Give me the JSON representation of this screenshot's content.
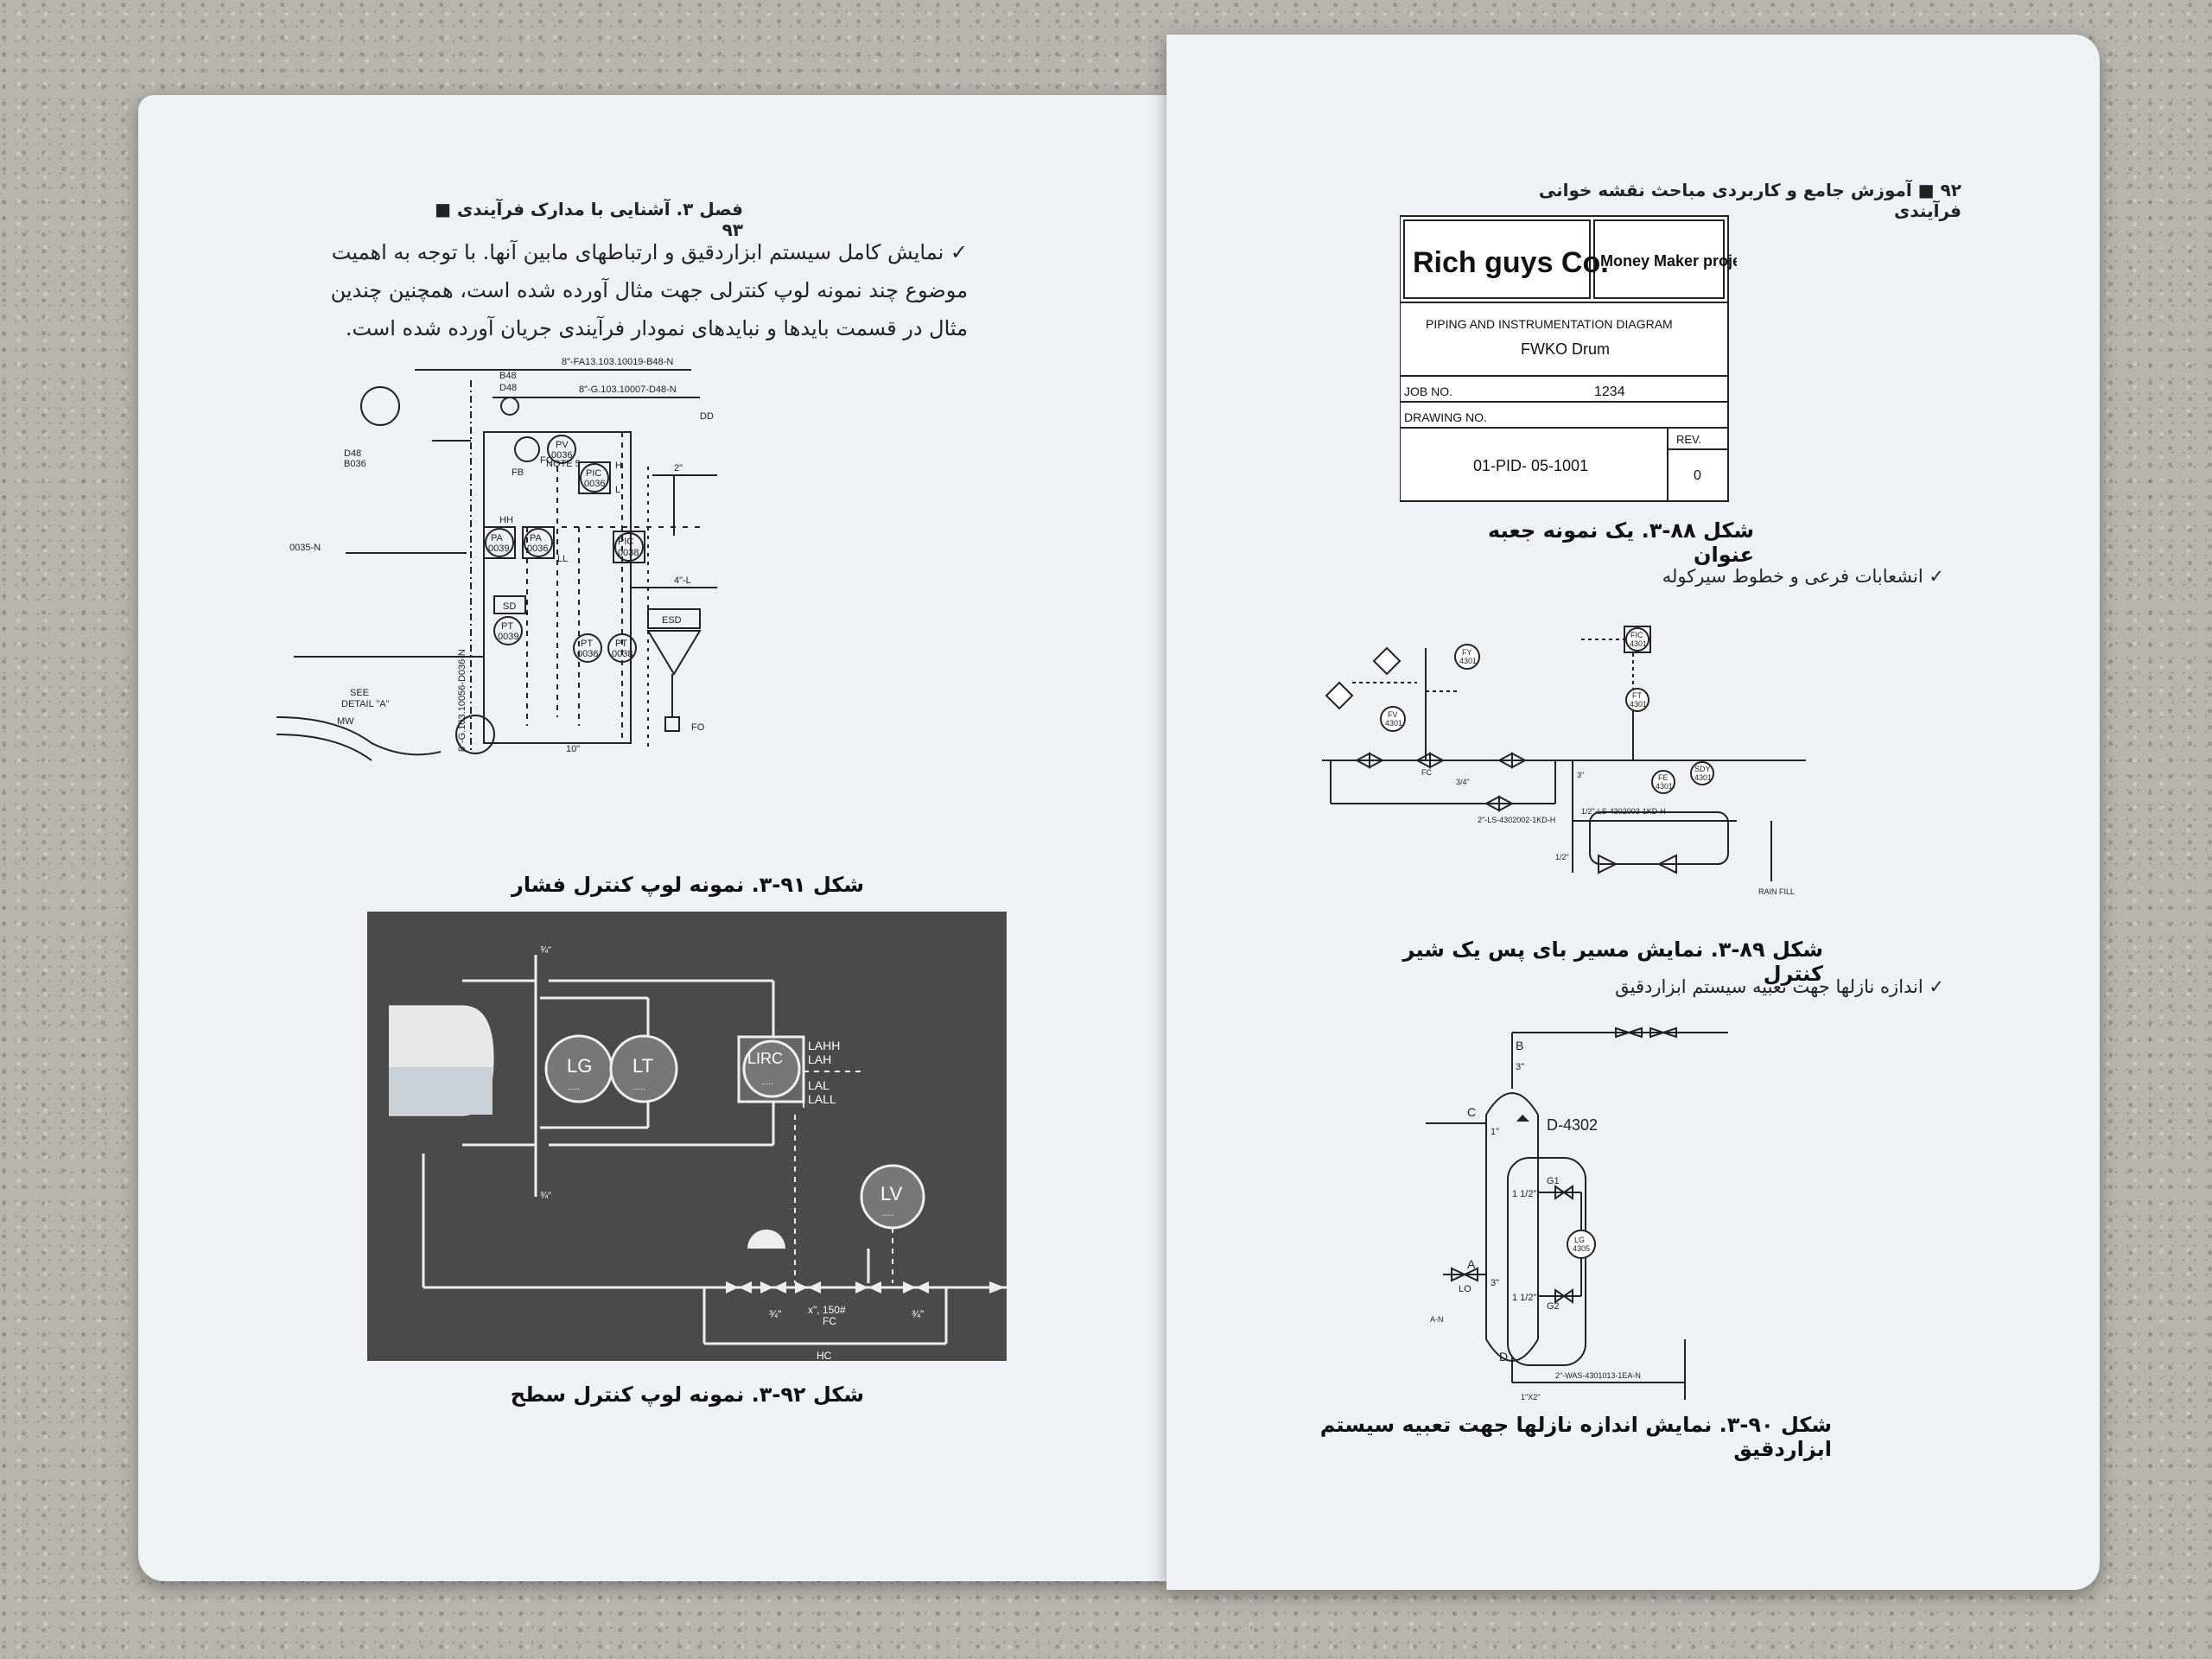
{
  "left_page": {
    "header": "فصل ۳. آشنایی با مدارک فرآیندی ■ ۹۳",
    "bullet_lines": [
      "✓ نمایش کامل سیستم ابزاردقیق و ارتباطهای مابین آنها. با توجه به اهمیت",
      "موضوع چند نمونه لوپ کنترلی جهت مثال آورده شده است، همچنین چندین",
      "مثال در قسمت بایدها و نبایدهای نمودار فرآیندی جریان آورده شده است."
    ],
    "fig91": {
      "caption": "شکل ۹۱-۳. نمونه لوپ کنترل فشار",
      "labels": {
        "line1": "8\"-FA13.103.10019-B48-N",
        "line2": "8\"-G.103.10007-D48-N",
        "b48": "B48",
        "d48": "D48",
        "dd": "DD",
        "pv": "PV",
        "pv_tag": "0036",
        "pic": "PIC",
        "pic_tag": "0036",
        "h": "H",
        "l": "L",
        "note": "NOTE 5",
        "fb": "FB",
        "fc": "FC",
        "two_in": "2\"",
        "pa1": "PA",
        "pa1_tag": "0039",
        "pa2": "PA",
        "pa2_tag": "0036",
        "hh": "HH",
        "ll": "LL",
        "pic2": "PIC",
        "pic2_tag": "0038",
        "sd": "SD",
        "pt1": "PT",
        "pt1_tag": "0039",
        "pt2": "PT",
        "pt2_tag": "0036",
        "pt3": "PT",
        "pt3_tag": "0038",
        "four_in": "4\"-L",
        "esd": "ESD",
        "fo": "FO",
        "ten_in": "10\"",
        "see": "SEE",
        "detail": "DETAIL \"A\"",
        "mw": "MW",
        "b48_d": "D48",
        "b036": "B036",
        "g_line": "8\"-G.103.10056-D036-N",
        "o035": "0035-N"
      }
    },
    "fig92": {
      "caption": "شکل ۹۲-۳. نمونه لوپ کنترل سطح",
      "labels": {
        "lg": "LG",
        "lt": "LT",
        "lirc": "LIRC",
        "lahh": "LAHH",
        "lah": "LAH",
        "lal": "LAL",
        "lall": "LALL",
        "lv": "LV",
        "dots": ".....",
        "size1": "¾\"",
        "size2": "¾\"",
        "x150": "x\", 150#",
        "fc": "FC",
        "tag_top": "¾\"",
        "tag_mid": "¾\"",
        "hc": "HC"
      }
    }
  },
  "right_page": {
    "header": "۹۲ ■ آموزش جامع و کاربردی مباحث نقشه خوانی فرآیندی",
    "title_block": {
      "company": "Rich guys Co.",
      "project": "Money Maker project",
      "diagram_type": "PIPING AND INSTRUMENTATION DIAGRAM",
      "diagram_name": "FWKO Drum",
      "job_no_label": "JOB NO.",
      "job_no": "1234",
      "drawing_no_label": "DRAWING NO.",
      "rev_label": "REV.",
      "drawing_no": "01-PID- 05-1001",
      "rev": "0"
    },
    "fig88_caption": "شکل ۸۸-۳. یک نمونه جعبه عنوان",
    "bullet2": "✓ انشعابات فرعی و خطوط سیرکوله",
    "fig89": {
      "caption": "شکل ۸۹-۳. نمایش مسیر بای پس یک شیر کنترل",
      "labels": {
        "fc": "FC",
        "fv": "FV",
        "fv_tag": "4301",
        "fy": "FY",
        "fy_tag": "4301",
        "fic": "FIC",
        "fic_tag": "4301",
        "ft": "FT",
        "ft_tag": "4301",
        "fe": "FE",
        "fe_tag": "4301",
        "sdy": "SDY",
        "sdy_tag": "4301",
        "line_a": "2\"-LS-4302002-1KD-H",
        "line_b": "1/2\"-LS-4302003-1KD-H",
        "size_a": "3/4\"",
        "size_b": "3\"",
        "size_c": "1/2\"",
        "drain": "RAIN FILL"
      }
    },
    "bullet3": "✓ اندازه نازلها جهت تعبیه سیستم ابزاردقیق",
    "fig90": {
      "caption": "شکل ۹۰-۳. نمایش اندازه نازلها جهت تعبیه سیستم ابزاردقیق",
      "labels": {
        "vessel": "D-4302",
        "b": "B",
        "c": "C",
        "a": "A",
        "d": "D",
        "three_in_top": "3\"",
        "one_in": "1\"",
        "three_in_a": "3\"",
        "g1": "G1",
        "g2": "G2",
        "one_half_top": "1 1/2\"",
        "one_half_bot": "1 1/2\"",
        "lg": "LG",
        "lg_tag": "4305",
        "lo": "LO",
        "a_n": "A-N",
        "line_d": "2\"-WAS-4301013-1EA-N",
        "one_x_two": "1\"X2\""
      }
    }
  }
}
